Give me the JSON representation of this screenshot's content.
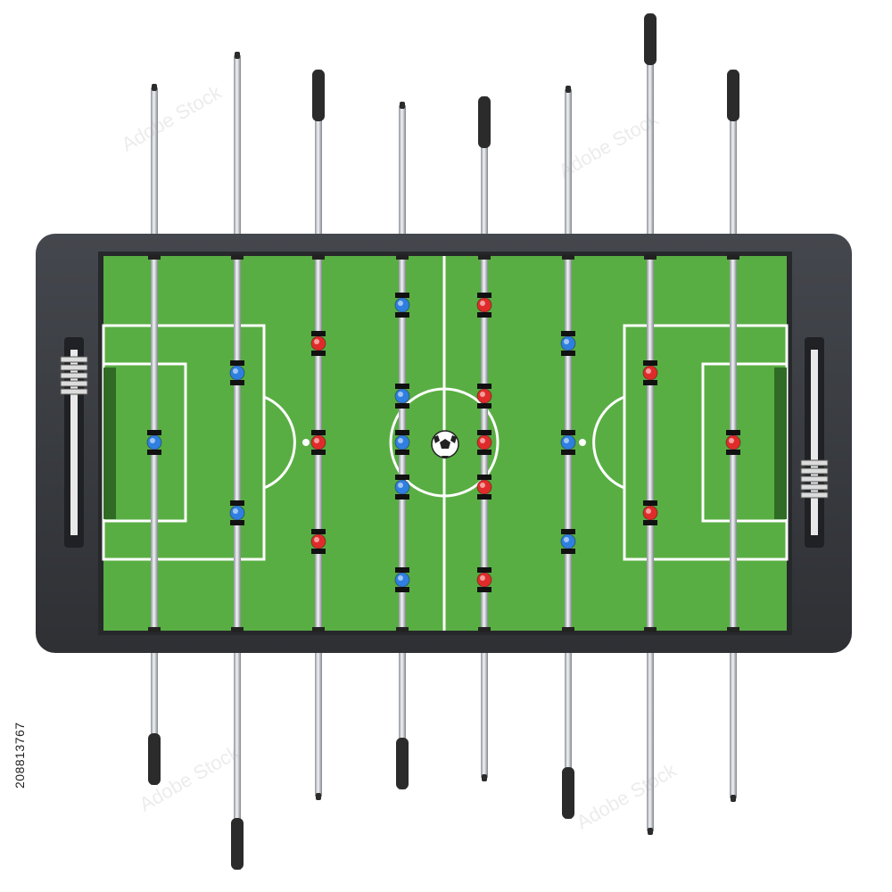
{
  "image": {
    "subject": "Foosball table, top view",
    "stock_id": "208813767",
    "watermark_text": "Adobe Stock"
  },
  "colors": {
    "background": "#ffffff",
    "frame": "#3a3d42",
    "frame_edge": "#2a2c30",
    "pitch": "#55a83f",
    "pitch_light": "#62b94a",
    "lines": "#ffffff",
    "rod": "#c9ccd1",
    "handle": "#2b2b2b",
    "team_blue": "#2f7fe0",
    "team_red": "#e02b2b"
  },
  "table": {
    "rods": [
      {
        "team": "blue",
        "players": 1,
        "handle_side": "bottom"
      },
      {
        "team": "blue",
        "players": 2,
        "handle_side": "bottom"
      },
      {
        "team": "red",
        "players": 3,
        "handle_side": "top"
      },
      {
        "team": "blue",
        "players": 5,
        "handle_side": "bottom"
      },
      {
        "team": "red",
        "players": 5,
        "handle_side": "top"
      },
      {
        "team": "blue",
        "players": 3,
        "handle_side": "bottom"
      },
      {
        "team": "red",
        "players": 2,
        "handle_side": "top"
      },
      {
        "team": "red",
        "players": 1,
        "handle_side": "top"
      }
    ]
  }
}
